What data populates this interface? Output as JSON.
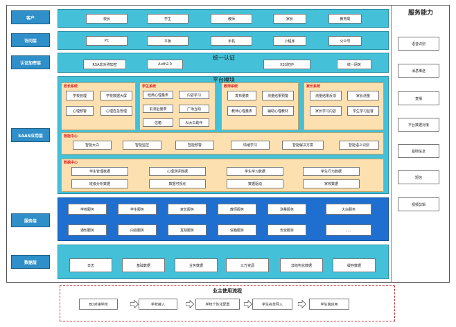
{
  "layers": {
    "user": {
      "label": "客户",
      "items": [
        "校长",
        "学生",
        "教师",
        "家长",
        "教育局"
      ]
    },
    "access": {
      "label": "访问层",
      "items": [
        "PC",
        "平板",
        "手机",
        "小程序",
        "公众号"
      ]
    },
    "auth": {
      "label": "认证加密层",
      "title": "统一认证",
      "items": [
        "RSA非对称加密",
        "Auth2.0",
        "XSS防护",
        "统一网关"
      ]
    },
    "saas": {
      "label": "SAAS应用层",
      "title": "平台模块",
      "modules": [
        {
          "title": "校长系统",
          "items": [
            "学校管理",
            "学校数据大屏",
            "心理预警",
            "心理危急管理"
          ]
        },
        {
          "title": "学生系统",
          "items": [
            "经典心理量表",
            "内容学习",
            "前测后量表",
            "广场互助",
            "信箱",
            "AI大白助伴"
          ]
        },
        {
          "title": "教师系统",
          "items": [
            "发布量表",
            "测量结果预警",
            "教师心理量表",
            "辅助心理教材"
          ]
        },
        {
          "title": "家长系统",
          "items": [
            "测量结果反馈",
            "家长测量",
            "家长学习内容",
            "学生学习监督"
          ]
        }
      ],
      "ai": {
        "title": "智能中心",
        "items": [
          "智能大白",
          "智能监控",
          "智能预警",
          "情绪学习",
          "智能解决方案",
          "智能语义识别"
        ]
      },
      "data": {
        "title": "数据中心",
        "row1": [
          "学生管理数据",
          "心理测评数据",
          "学生学习数据",
          "学生行为数据"
        ],
        "row2": [
          "班级分析数据",
          "数据可视化",
          "数据驱动",
          "家校数据"
        ]
      }
    },
    "service": {
      "label": "服务层",
      "row1": [
        "学校服务",
        "学生服务",
        "家长服务",
        "教师服务",
        "测量服务",
        "大白服务"
      ],
      "row2": [
        "通知服务",
        "内容服务",
        "互助服务",
        "信箱服务",
        "安全服务",
        "..."
      ]
    },
    "datalayer": {
      "label": "数据层",
      "items": [
        "日志",
        "基础数据",
        "业务数据",
        "三方资源",
        "非结构化数据",
        "缓存数据"
      ]
    }
  },
  "capabilities": {
    "title": "服务能力",
    "items": [
      "语音识别",
      "消息推送",
      "直播",
      "平台数据对接",
      "基础信息",
      "短信",
      "视频剪辑"
    ]
  },
  "flow": {
    "title": "业主使用流程",
    "steps": [
      "BD对接学校",
      "学校接入",
      "学校个性化配置",
      "学生名单导入",
      "学生端应用"
    ]
  }
}
